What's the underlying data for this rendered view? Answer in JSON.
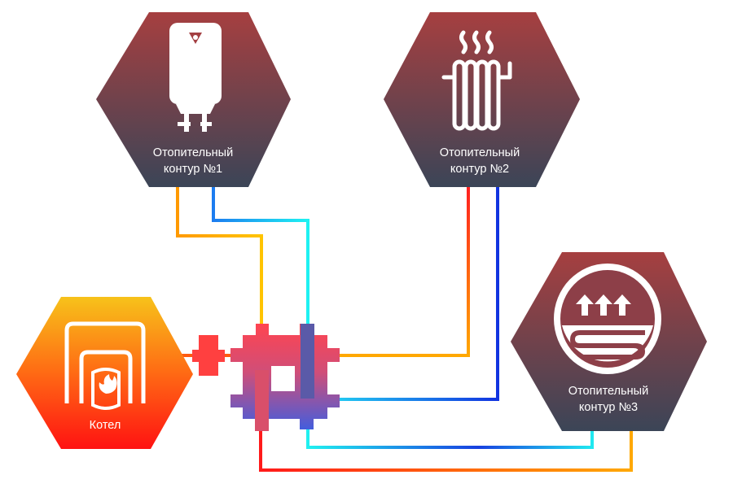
{
  "nodes": {
    "circuit1": {
      "line1": "Отопительный",
      "line2": "контур  №1",
      "icon": "water-heater-icon"
    },
    "circuit2": {
      "line1": "Отопительный",
      "line2": "контур  №2",
      "icon": "radiator-icon"
    },
    "circuit3": {
      "line1": "Отопительный",
      "line2": "контур  №3",
      "icon": "underfloor-heating-icon"
    },
    "boiler": {
      "label": "Котел",
      "icon": "boiler-flame-icon"
    }
  },
  "colors": {
    "hex_top": "#a33f42",
    "hex_bottom": "#3d4557",
    "hot": "#ff2a1a",
    "warm": "#ffb300",
    "cold": "#1a3fe0",
    "cyan": "#19e6f0"
  }
}
